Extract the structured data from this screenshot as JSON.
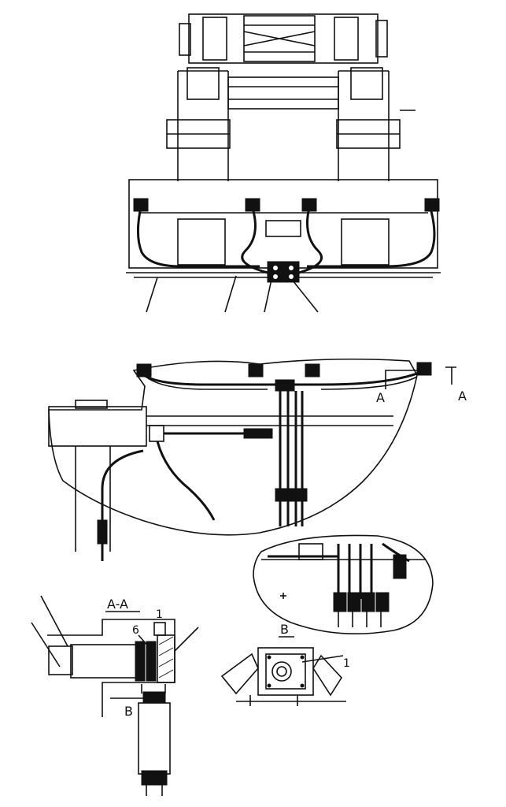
{
  "labels": {
    "section_a_left": "A",
    "section_a_right": "A",
    "section_aa_title": "A-A",
    "part_6": "6",
    "part_1_top": "1",
    "section_b_left": "B",
    "section_b_title": "B",
    "part_1_b": "1"
  }
}
